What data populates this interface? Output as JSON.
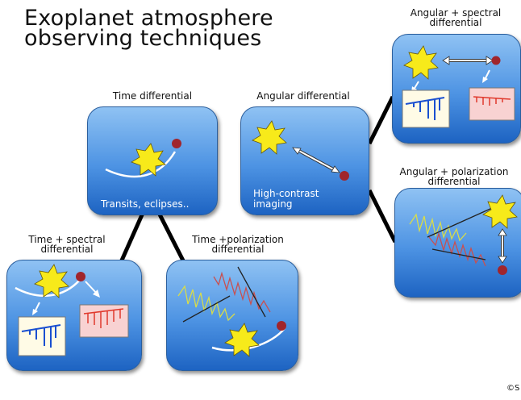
{
  "title": "Exoplanet atmosphere\nobserving techniques",
  "nodes": {
    "time_differential": {
      "label": "Time differential",
      "caption": "Transits, eclipses.."
    },
    "angular_differential": {
      "label": "Angular differential",
      "caption": "High-contrast\nimaging"
    },
    "angular_spectral": {
      "label": "Angular + spectral\ndifferential"
    },
    "angular_polarization": {
      "label": "Angular + polarization\ndifferential"
    },
    "time_spectral": {
      "label": "Time + spectral\ndifferential"
    },
    "time_polarization": {
      "label": "Time +polarization\ndifferential"
    }
  },
  "copyright": "©S",
  "colors": {
    "box_top": "#8fc2f3",
    "box_bottom": "#1d63c2",
    "star": "#f7ea1a",
    "planet": "#a0252c",
    "spectrum_blue": "#1a4fd0",
    "spectrum_red": "#e0392c",
    "panel_cream": "#fffbe6",
    "panel_pink": "#f8d2d2",
    "wave_yellow": "#d8dc4a",
    "wave_red": "#c85050"
  }
}
